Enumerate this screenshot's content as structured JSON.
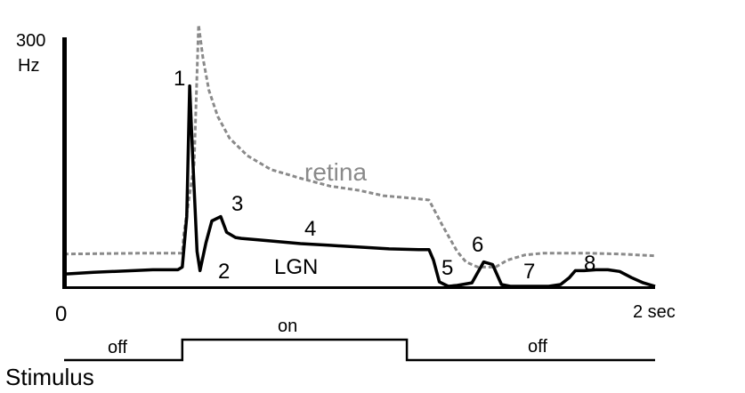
{
  "chart_data": {
    "type": "line",
    "y_axis": {
      "top_label": "300",
      "unit_label": "Hz",
      "ylim": [
        0,
        300
      ]
    },
    "x_axis": {
      "start_label": "0",
      "end_label": "2 sec",
      "xlim": [
        0,
        2
      ]
    },
    "series": [
      {
        "name": "retina",
        "color": "#8a8a8a",
        "style": "dashed",
        "x": [
          0,
          0.25,
          0.4,
          0.405,
          0.44,
          0.455,
          0.47,
          0.49,
          0.52,
          0.56,
          0.62,
          0.7,
          0.8,
          0.9,
          1.0,
          1.08,
          1.18,
          1.235,
          1.28,
          1.33,
          1.36,
          1.4,
          1.46,
          1.5,
          1.56,
          1.62,
          1.7,
          1.78,
          1.88,
          2.0
        ],
        "values": [
          37,
          38,
          38,
          60,
          140,
          300,
          262,
          225,
          195,
          170,
          150,
          134,
          124,
          115,
          110,
          104,
          101,
          99,
          70,
          40,
          28,
          22,
          22,
          30,
          36,
          38,
          38,
          38,
          37,
          35
        ]
      },
      {
        "name": "LGN",
        "color": "#000000",
        "style": "solid",
        "x": [
          0,
          0.1,
          0.3,
          0.385,
          0.4,
          0.415,
          0.425,
          0.435,
          0.45,
          0.46,
          0.48,
          0.5,
          0.53,
          0.55,
          0.58,
          0.6,
          0.7,
          0.8,
          0.9,
          1.0,
          1.1,
          1.2,
          1.235,
          1.25,
          1.27,
          1.3,
          1.33,
          1.38,
          1.42,
          1.45,
          1.48,
          1.51,
          1.55,
          1.6,
          1.64,
          1.68,
          1.71,
          1.73,
          1.76,
          1.8,
          1.84,
          1.88,
          1.92,
          1.96,
          2.0
        ],
        "values": [
          14,
          16,
          19,
          19,
          22,
          80,
          230,
          150,
          40,
          18,
          50,
          75,
          80,
          62,
          56,
          55,
          52,
          49,
          47,
          45,
          43,
          42,
          42,
          30,
          5,
          0,
          1,
          4,
          28,
          25,
          2,
          0,
          0,
          0,
          0,
          2,
          10,
          18,
          18,
          19,
          19,
          17,
          10,
          4,
          0
        ]
      }
    ],
    "annotations": [
      "1",
      "2",
      "3",
      "4",
      "5",
      "6",
      "7",
      "8"
    ],
    "stimulus": {
      "title": "Stimulus",
      "segments": [
        {
          "label": "off",
          "start": 0,
          "end": 0.4,
          "level": "low"
        },
        {
          "label": "on",
          "start": 0.4,
          "end": 1.16,
          "level": "high"
        },
        {
          "label": "off",
          "start": 1.16,
          "end": 2.0,
          "level": "low"
        }
      ]
    }
  }
}
